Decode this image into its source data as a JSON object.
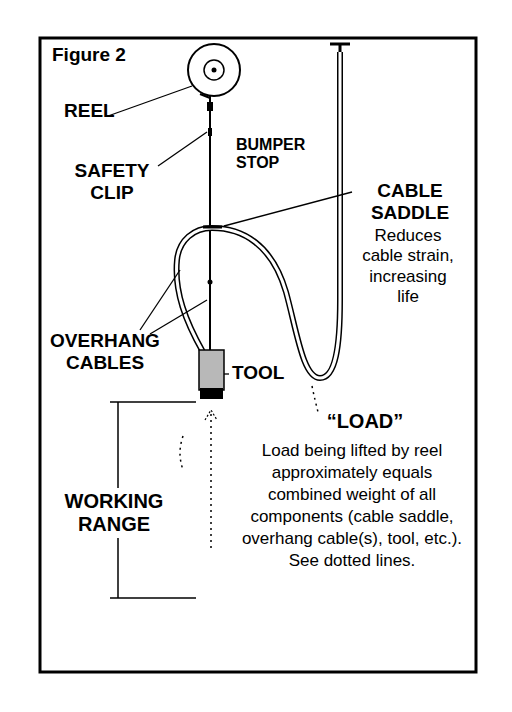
{
  "diagram": {
    "title": "Figure 2",
    "labels": [
      "REEL",
      "BUMPER STOP",
      "SAFETY CLIP",
      "CABLE SADDLE",
      "Reduces cable strain, increasing life",
      "OVERHANG CABLES",
      "TOOL",
      "“LOAD”",
      "Load being lifted by reel approximately equals combined weight of all components (cable saddle, overhang cable(s), tool, etc.). See dotted lines.",
      "WORKING RANGE"
    ]
  }
}
